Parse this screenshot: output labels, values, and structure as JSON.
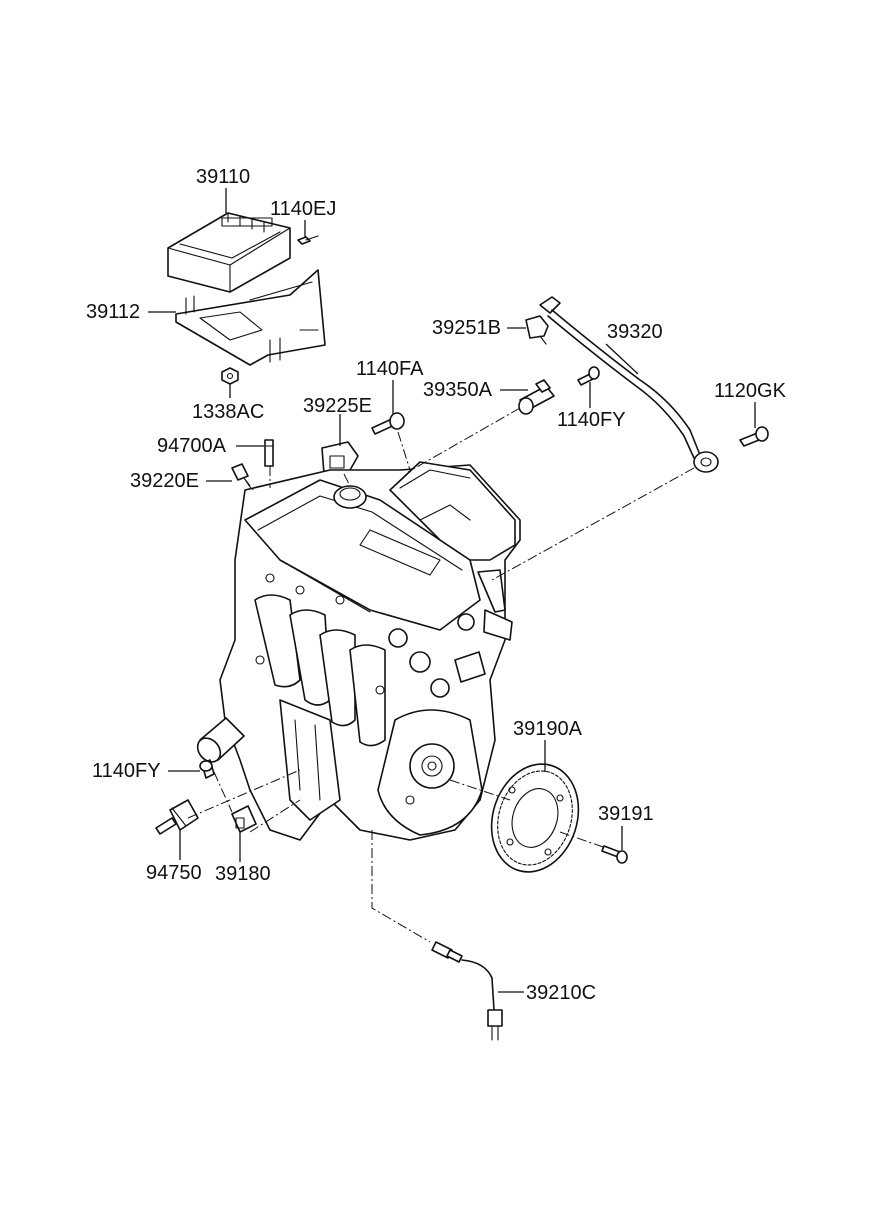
{
  "diagram": {
    "callouts": [
      {
        "id": "c39110",
        "text": "39110"
      },
      {
        "id": "c1140EJ",
        "text": "1140EJ"
      },
      {
        "id": "c39112",
        "text": "39112"
      },
      {
        "id": "c1338AC",
        "text": "1338AC"
      },
      {
        "id": "c39251B",
        "text": "39251B"
      },
      {
        "id": "c39320",
        "text": "39320"
      },
      {
        "id": "c1140FA",
        "text": "1140FA"
      },
      {
        "id": "c39350A",
        "text": "39350A"
      },
      {
        "id": "c1120GK",
        "text": "1120GK"
      },
      {
        "id": "c39225E",
        "text": "39225E"
      },
      {
        "id": "c1140FY_top",
        "text": "1140FY"
      },
      {
        "id": "c94700A",
        "text": "94700A"
      },
      {
        "id": "c39220E",
        "text": "39220E"
      },
      {
        "id": "c39190A",
        "text": "39190A"
      },
      {
        "id": "c1140FY_low",
        "text": "1140FY"
      },
      {
        "id": "c39191",
        "text": "39191"
      },
      {
        "id": "c94750",
        "text": "94750"
      },
      {
        "id": "c39180",
        "text": "39180"
      },
      {
        "id": "c39210C",
        "text": "39210C"
      }
    ]
  },
  "colors": {
    "line": "#111111",
    "background": "#ffffff"
  }
}
